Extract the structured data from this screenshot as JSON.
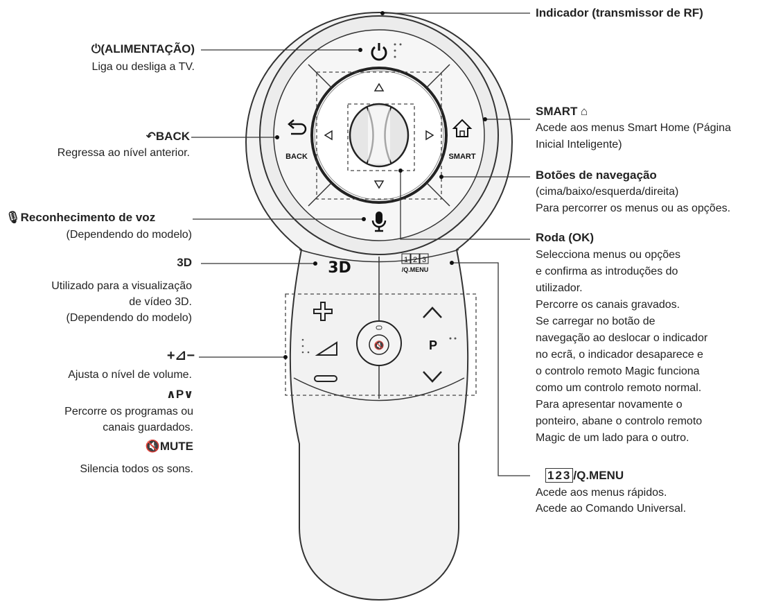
{
  "callouts": {
    "indicator": {
      "title": "Indicador (transmissor de RF)"
    },
    "power": {
      "title": "(ALIMENTAÇÃO)",
      "desc": "Liga ou desliga a TV."
    },
    "back": {
      "title": "BACK",
      "desc": "Regressa ao nível anterior."
    },
    "voice": {
      "title": "Reconhecimento de voz",
      "desc": "(Dependendo do modelo)"
    },
    "three_d": {
      "title": "3D",
      "desc1": "Utilizado para a visualização",
      "desc2": "de vídeo 3D.",
      "desc3": "(Dependendo do modelo)"
    },
    "volume": {
      "title": "+⊿−",
      "desc": "Ajusta o nível de volume."
    },
    "program": {
      "title": "P",
      "desc1": "Percorre os programas ou",
      "desc2": "canais guardados."
    },
    "mute": {
      "title": "MUTE",
      "desc": "Silencia todos os sons."
    },
    "smart": {
      "title": "SMART",
      "desc1": "Acede aos menus Smart Home (Página",
      "desc2": "Inicial Inteligente)"
    },
    "nav": {
      "title": "Botões de navegação",
      "desc1": "(cima/baixo/esquerda/direita)",
      "desc2": "Para percorrer os menus ou as opções."
    },
    "wheel": {
      "title": "Roda (OK)",
      "lines": [
        "Selecciona menus ou opções",
        "e confirma as introduções do",
        "utilizador.",
        "Percorre os canais gravados.",
        "Se carregar no botão de",
        "navegação ao deslocar o indicador",
        "no ecrã, o indicador desaparece e",
        "o controlo remoto Magic funciona",
        "como um controlo remoto normal.",
        "Para apresentar novamente o",
        "ponteiro, abane o controlo remoto",
        "Magic de um lado para o outro."
      ]
    },
    "qmenu": {
      "title_digits": "123",
      "title": "/Q.MENU",
      "desc1": "Acede aos menus rápidos.",
      "desc2": "Acede ao Comando Universal."
    }
  },
  "remote": {
    "back_label": "BACK",
    "smart_label": "SMART",
    "three_d_label": "3D",
    "qmenu_digits": [
      "1",
      "2",
      "3"
    ],
    "qmenu_label": "/Q.MENU",
    "p_label": "P"
  }
}
